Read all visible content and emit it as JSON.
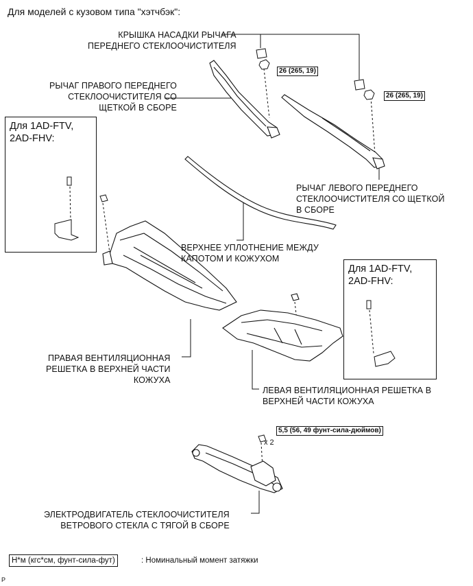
{
  "heading": "Для моделей с кузовом типа \"хэтчбэк\":",
  "labels": {
    "cap": [
      "КРЫШКА НАСАДКИ РЫЧАГА",
      "ПЕРЕДНЕГО СТЕКЛООЧИСТИТЕЛЯ"
    ],
    "right_arm": [
      "РЫЧАГ ПРАВОГО ПЕРЕДНЕГО",
      "СТЕКЛООЧИСТИТЕЛЯ СО",
      "ЩЕТКОЙ В СБОРЕ"
    ],
    "left_arm": [
      "РЫЧАГ ЛЕВОГО ПЕРЕДНЕГО",
      "СТЕКЛООЧИСТИТЕЛЯ СО ЩЕТКОЙ",
      "В СБОРЕ"
    ],
    "seal": [
      "ВЕРХНЕЕ УПЛОТНЕНИЕ МЕЖДУ",
      "КАПОТОМ И КОЖУХОМ"
    ],
    "right_louver": [
      "ПРАВАЯ ВЕНТИЛЯЦИОННАЯ",
      "РЕШЕТКА В ВЕРХНЕЙ ЧАСТИ",
      "КОЖУХА"
    ],
    "left_louver": [
      "ЛЕВАЯ ВЕНТИЛЯЦИОННАЯ РЕШЕТКА В",
      "ВЕРХНЕЙ ЧАСТИ КОЖУХА"
    ],
    "motor": [
      "ЭЛЕКТРОДВИГАТЕЛЬ СТЕКЛООЧИСТИТЕЛЯ",
      "ВЕТРОВОГО СТЕКЛА С ТЯГОЙ В СБОРЕ"
    ]
  },
  "torque": {
    "right_nut": "26 (265, 19)",
    "left_nut": "26 (265, 19)",
    "motor_bolt": "5,5 (56, 49 фунт-сила-дюймов)"
  },
  "multiplier": "x 2",
  "insets": {
    "left_title": [
      "Для 1AD-FTV,",
      "2AD-FHV:"
    ],
    "right_title": [
      "Для 1AD-FTV,",
      "2AD-FHV:"
    ]
  },
  "legend": {
    "box": "Н*м (кгс*см, фунт-сила-фут)",
    "text": ": Номинальный момент затяжки"
  },
  "code": "P"
}
